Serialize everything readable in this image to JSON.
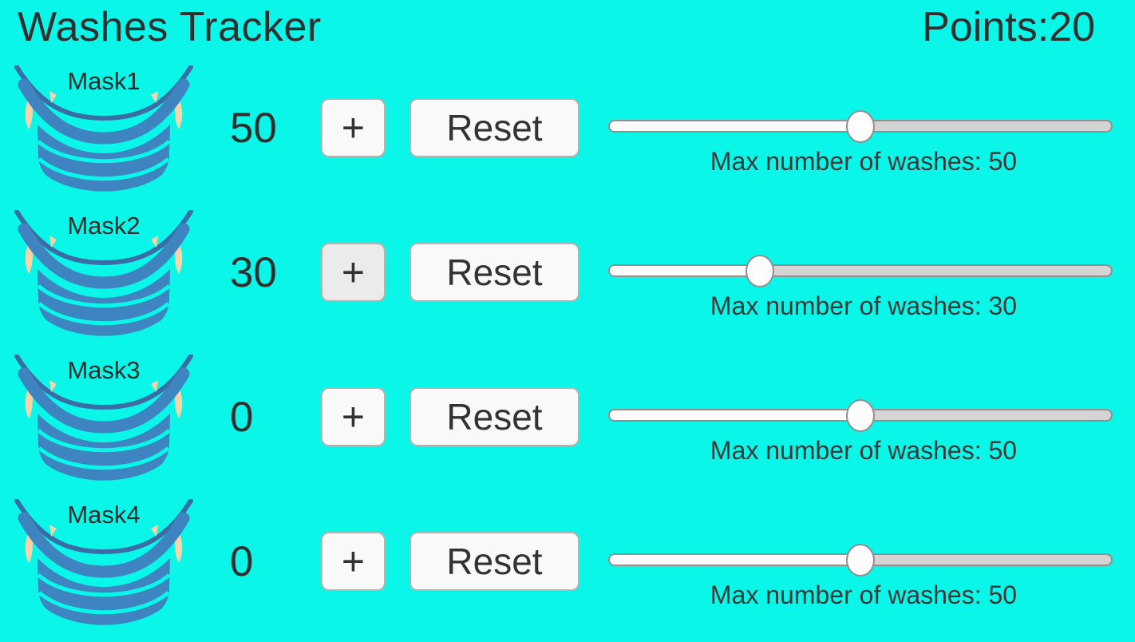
{
  "header": {
    "title": "Washes Tracker",
    "points_label": "Points:",
    "points_value": "20"
  },
  "colors": {
    "background": "#09f6e9",
    "text": "#2f2f2f",
    "mask_blue": "#3d84c0",
    "strap_blue": "#3a6da6",
    "ear_peach": "#f6d3a9",
    "button_bg": "#f9f9f9",
    "button_bg_pressed": "#ebebeb",
    "button_border": "#b3b3b3",
    "slider_track": "#d4d4d4",
    "slider_fill": "#fbfbfb",
    "slider_border": "#8f8f8f",
    "slider_thumb": "#fdfdfd"
  },
  "icons": {
    "mask": "surgical-mask-icon"
  },
  "rows": [
    {
      "name": "Mask1",
      "count": "50",
      "plus_label": "+",
      "reset_label": "Reset",
      "max_washes_label": "Max number of washes: 50",
      "slider_percent": 50,
      "plus_pressed": false
    },
    {
      "name": "Mask2",
      "count": "30",
      "plus_label": "+",
      "reset_label": "Reset",
      "max_washes_label": "Max number of washes: 30",
      "slider_percent": 30,
      "plus_pressed": true
    },
    {
      "name": "Mask3",
      "count": "0",
      "plus_label": "+",
      "reset_label": "Reset",
      "max_washes_label": "Max number of washes: 50",
      "slider_percent": 50,
      "plus_pressed": false
    },
    {
      "name": "Mask4",
      "count": "0",
      "plus_label": "+",
      "reset_label": "Reset",
      "max_washes_label": "Max number of washes: 50",
      "slider_percent": 50,
      "plus_pressed": false
    }
  ]
}
